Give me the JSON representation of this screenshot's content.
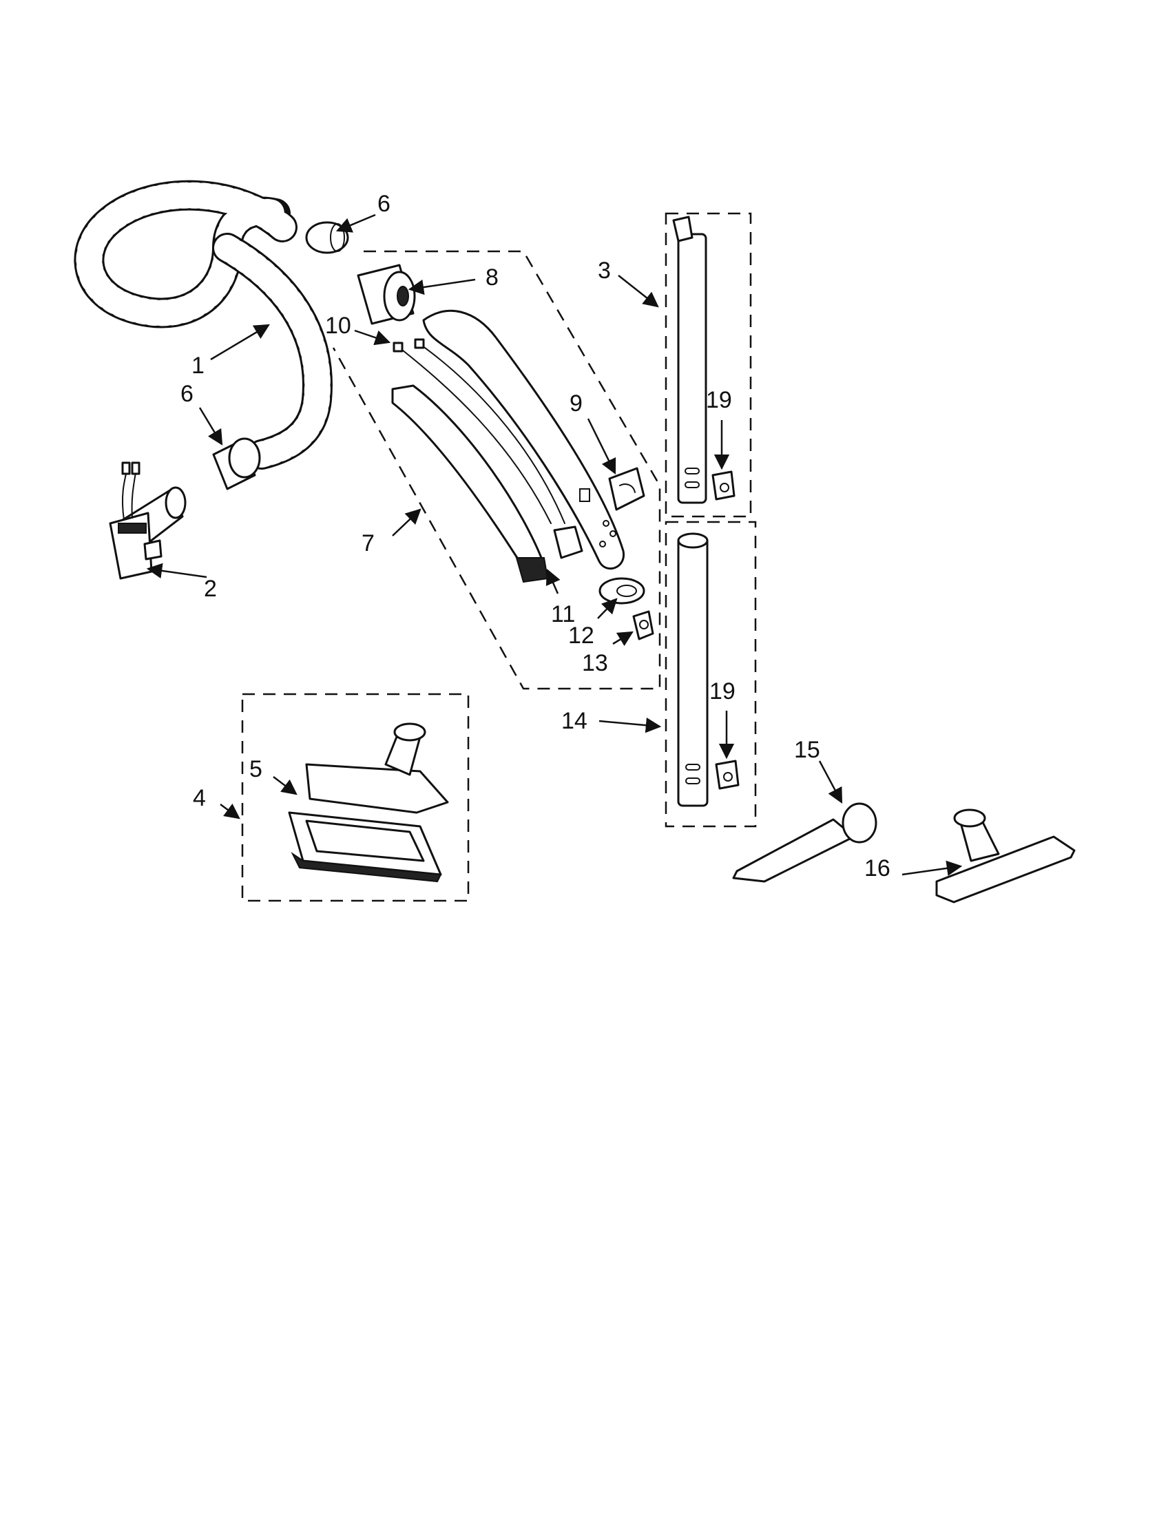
{
  "diagram": {
    "callouts": {
      "c1": "1",
      "c2": "2",
      "c3": "3",
      "c4": "4",
      "c5": "5",
      "c6a": "6",
      "c6b": "6",
      "c7": "7",
      "c8": "8",
      "c9": "9",
      "c10": "10",
      "c11": "11",
      "c12": "12",
      "c13": "13",
      "c14": "14",
      "c15": "15",
      "c16": "16",
      "c19a": "19",
      "c19b": "19"
    }
  }
}
